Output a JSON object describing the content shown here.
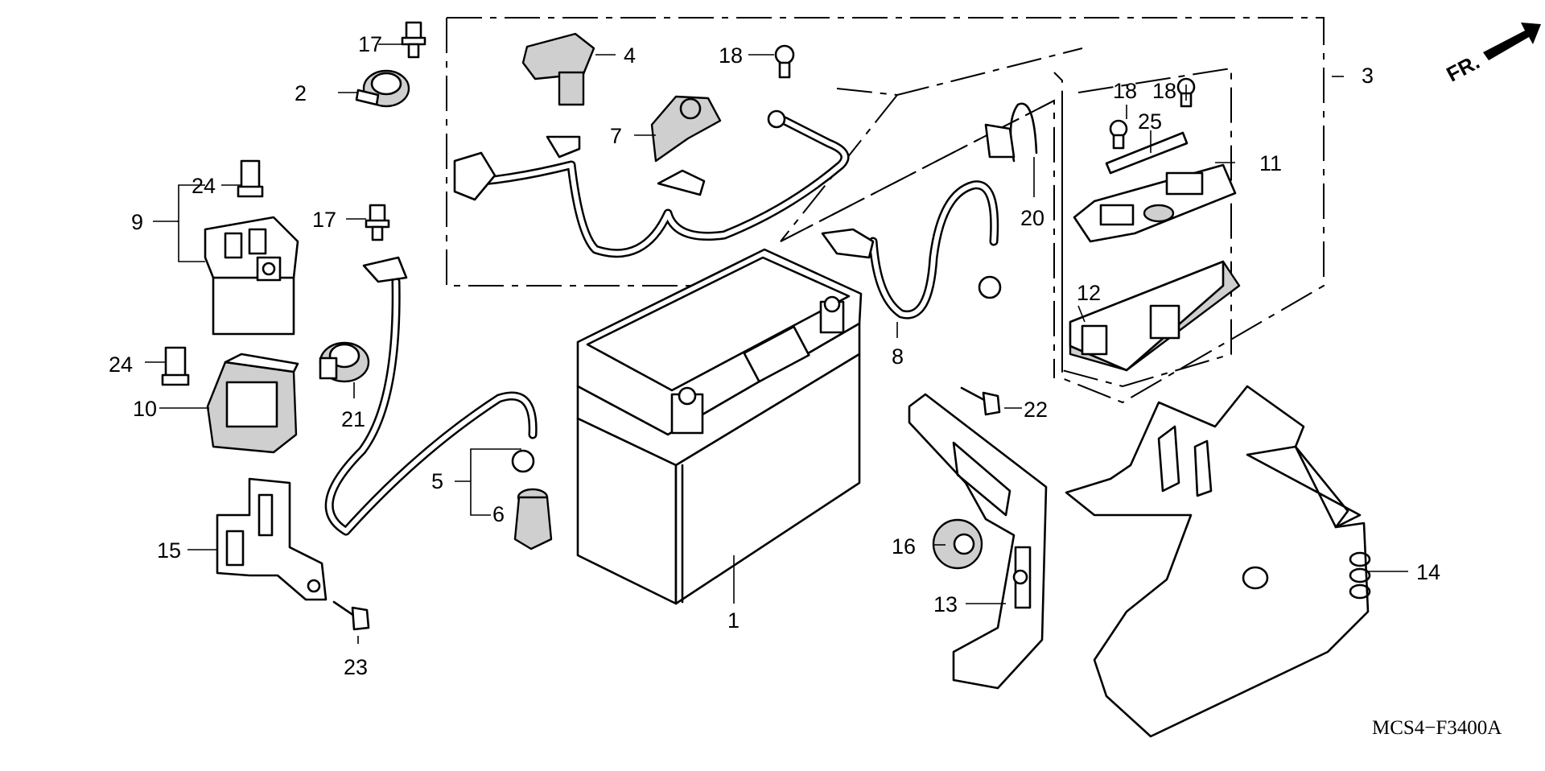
{
  "diagram_code": "MCS4−F3400A",
  "front_indicator": "FR.",
  "callouts": {
    "c1": "1",
    "c2": "2",
    "c3": "3",
    "c4": "4",
    "c5": "5",
    "c6": "6",
    "c7": "7",
    "c8": "8",
    "c9": "9",
    "c10": "10",
    "c11": "11",
    "c12": "12",
    "c13": "13",
    "c14": "14",
    "c15": "15",
    "c16": "16",
    "c17a": "17",
    "c17b": "17",
    "c18a": "18",
    "c18b": "18",
    "c18c": "18",
    "c20": "20",
    "c21": "21",
    "c22": "22",
    "c23": "23",
    "c24a": "24",
    "c24b": "24",
    "c25": "25"
  }
}
